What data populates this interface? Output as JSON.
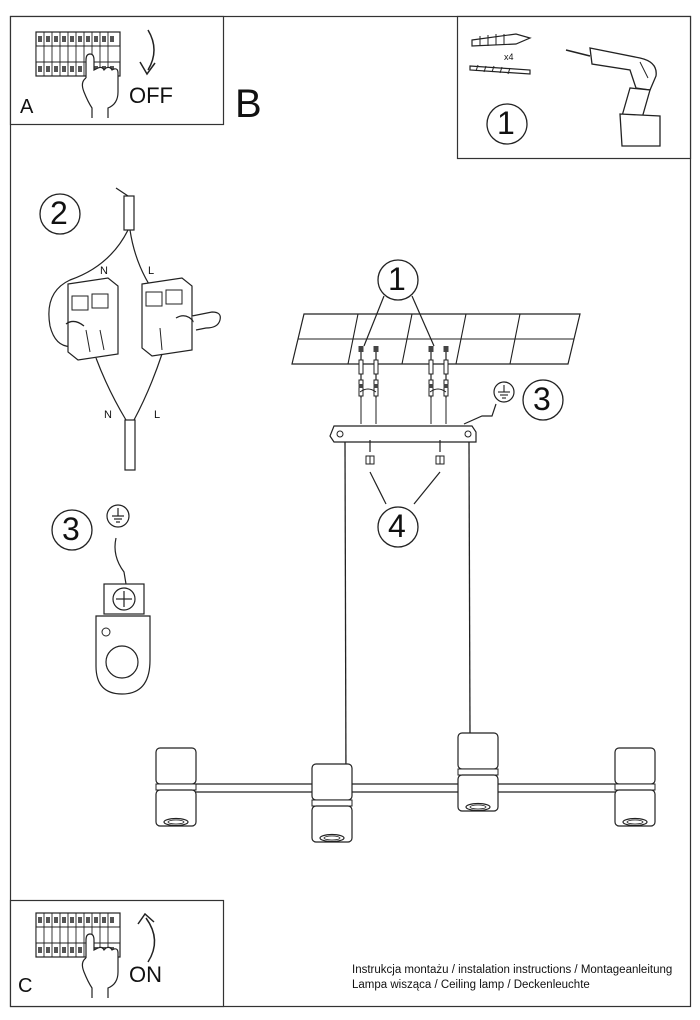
{
  "panels": {
    "a": {
      "letter": "A",
      "switch_text": "OFF"
    },
    "b": {
      "letter": "B"
    },
    "c": {
      "letter": "C",
      "switch_text": "ON"
    }
  },
  "steps": {
    "s1_top": "1",
    "s2": "2",
    "s3_left": "3",
    "s1_ceiling": "1",
    "s3_right": "3",
    "s4": "4"
  },
  "hardware": {
    "quantity": "x4"
  },
  "wiring": {
    "neutral_top": "N",
    "live_top": "L",
    "neutral_bottom": "N",
    "live_bottom": "L"
  },
  "footer": {
    "line1": "Instrukcja montażu / instalation instructions / Montageanleitung",
    "line2": "Lampa wisząca / Ceiling lamp / Deckenleuchte"
  }
}
